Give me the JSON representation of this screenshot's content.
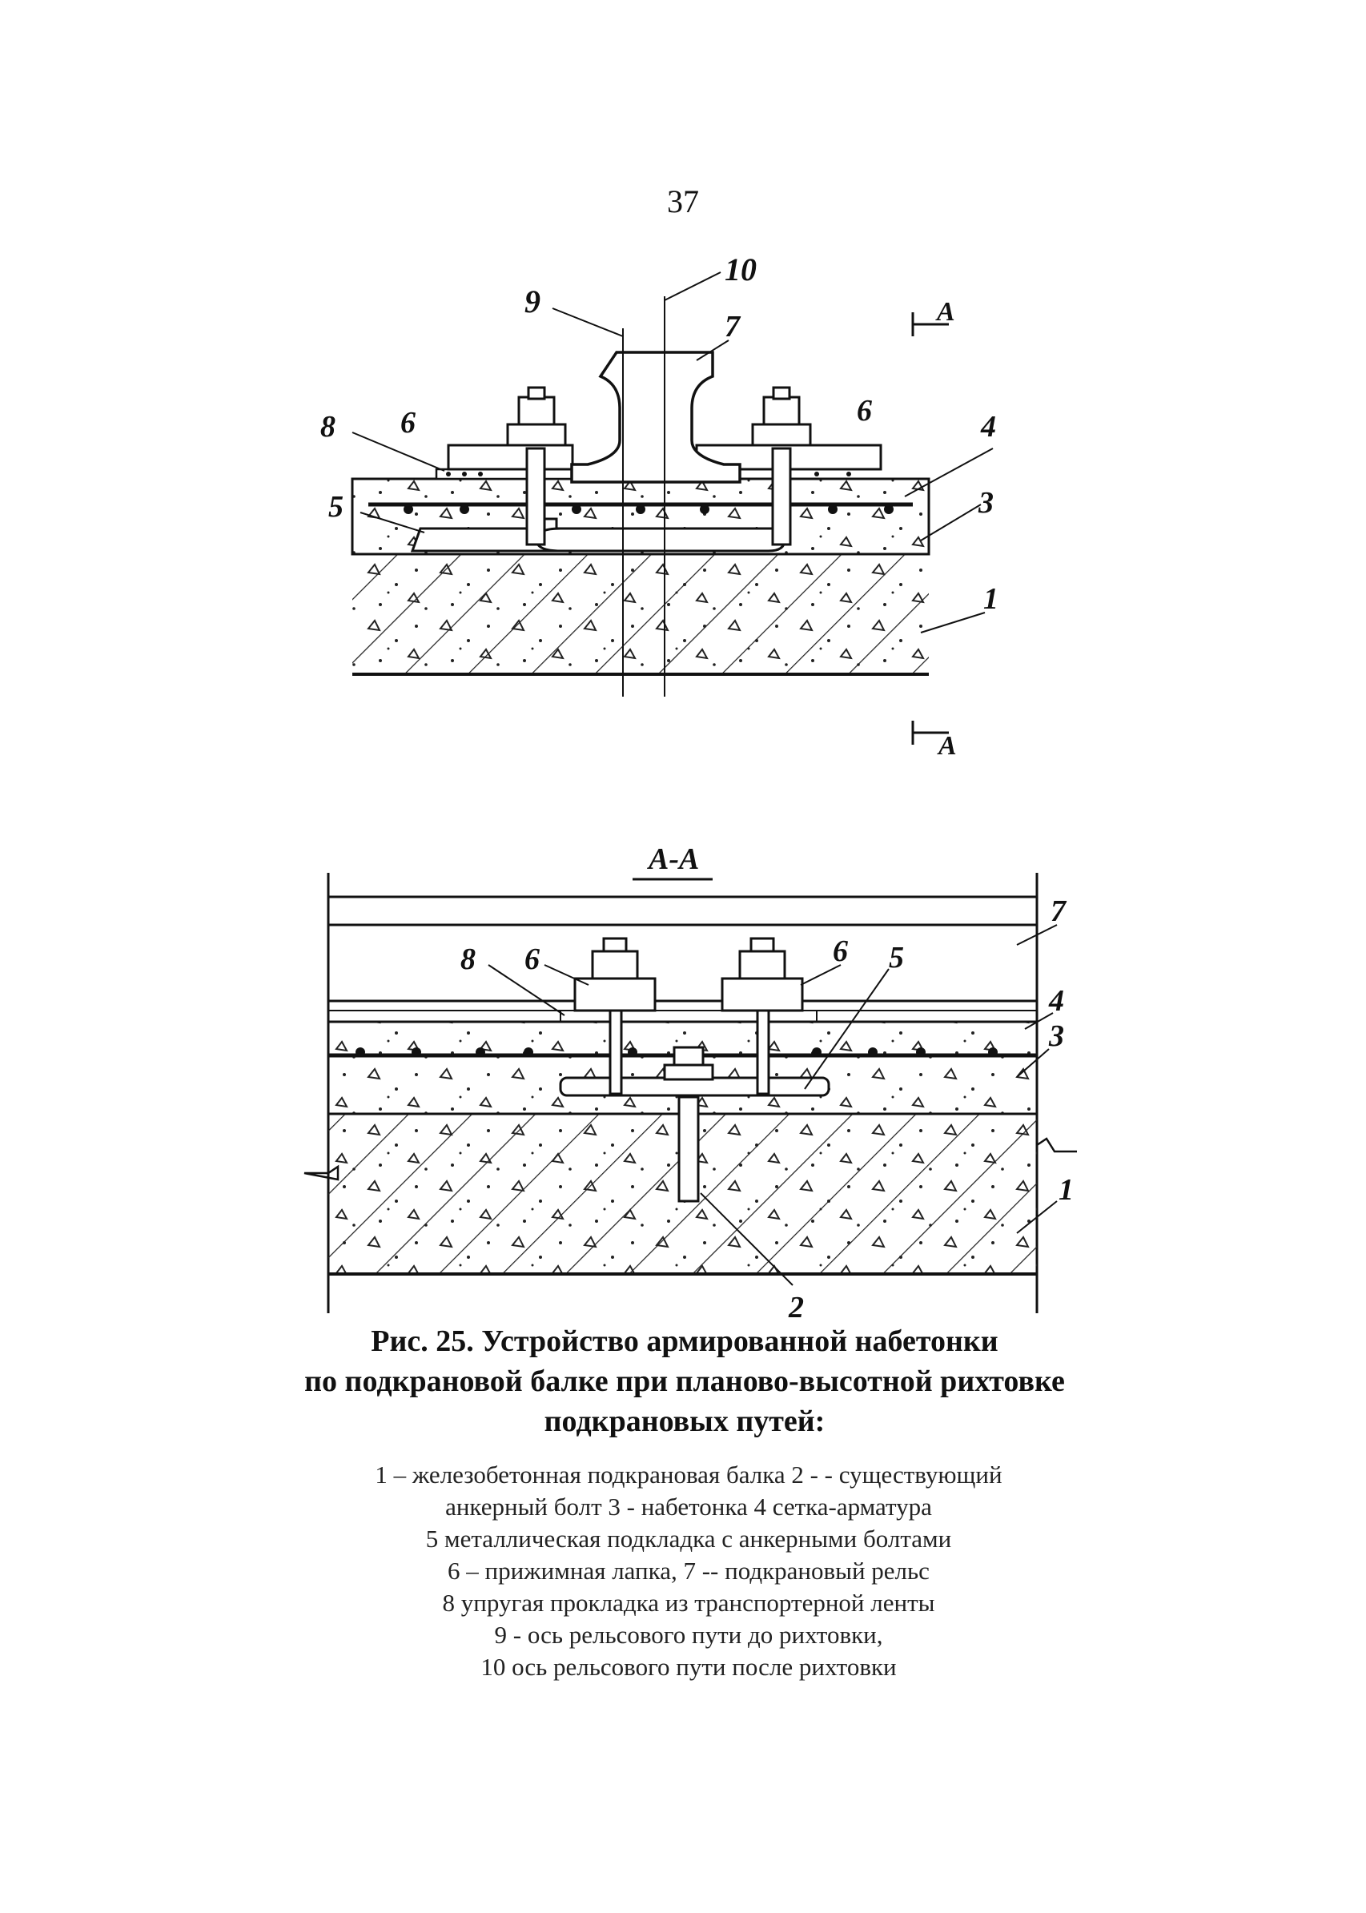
{
  "page_number": "37",
  "figure_top": {
    "section_mark": "А",
    "labels": [
      "1",
      "3",
      "4",
      "5",
      "6",
      "6",
      "7",
      "8",
      "9",
      "10"
    ]
  },
  "figure_bottom": {
    "section_title": "А-А",
    "labels": [
      "1",
      "2",
      "3",
      "4",
      "5",
      "6",
      "6",
      "7",
      "8"
    ]
  },
  "caption": {
    "line1": "Рис. 25. Устройство армированной набетонки",
    "line2": "по подкрановой балке при планово-высотной рихтовке",
    "line3": "подкрановых путей:"
  },
  "legend": {
    "line1": "1  – железобетонная подкрановая балка  2 - - существующий",
    "line2": "анкерный болт  3  - набетонка  4   сетка-арматура",
    "line3": "5   металлическая подкладка с анкерными болтами",
    "line4": "6  – прижимная лапка, 7 -- подкрановый рельс",
    "line5": "8   упругая прокладка из транспортерной ленты",
    "line6": "9  - ось рельсового пути до рихтовки,",
    "line7": "10   ось рельсового пути после рихтовки"
  }
}
